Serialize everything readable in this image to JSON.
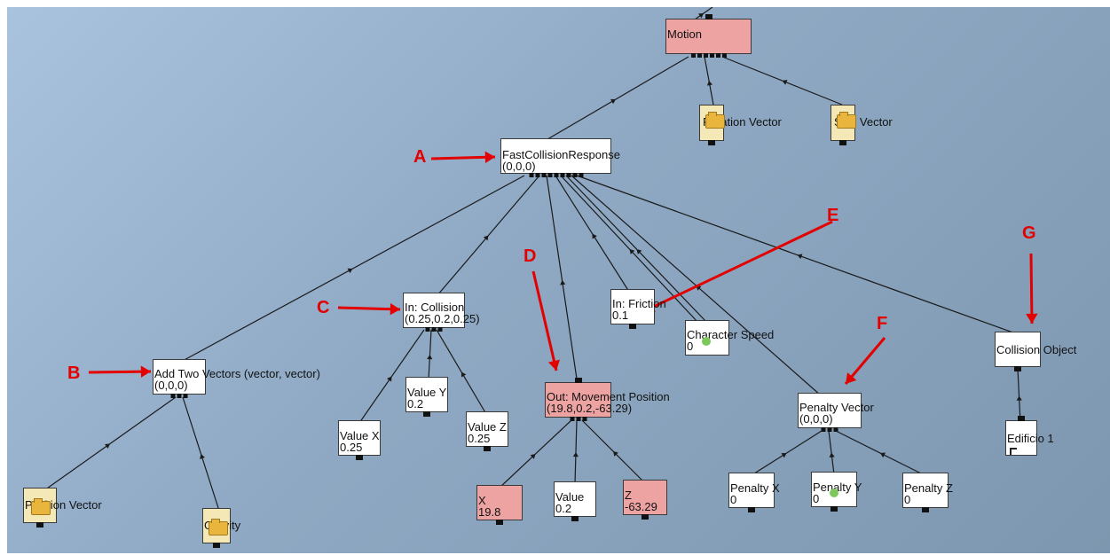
{
  "nodes": {
    "motion": {
      "line1": "Motion"
    },
    "rotation": {
      "line1": "Rotation Vector"
    },
    "size": {
      "line1": "Size Vector"
    },
    "fcr": {
      "line1": "FastCollisionResponse",
      "line2": "(0,0,0)"
    },
    "collision": {
      "line1": "In: Collision",
      "line2": "(0.25,0.2,0.25)"
    },
    "friction": {
      "line1": "In: Friction",
      "line2": "0.1"
    },
    "charspeed": {
      "line1": "Character Speed",
      "line2": "0"
    },
    "addtwo": {
      "line1": "Add Two Vectors (vector, vector)",
      "line2": "(0,0,0)"
    },
    "valx": {
      "line1": "Value X",
      "line2": "0.25"
    },
    "valy": {
      "line1": "Value Y",
      "line2": "0.2"
    },
    "valz": {
      "line1": "Value Z",
      "line2": "0.25"
    },
    "movepos": {
      "line1": "Out: Movement Position",
      "line2": "(19.8,0.2,-63.29)"
    },
    "mx": {
      "line1": "X",
      "line2": "19.8"
    },
    "mval": {
      "line1": "Value",
      "line2": "0.2"
    },
    "mz": {
      "line1": "Z",
      "line2": "-63.29"
    },
    "penalty": {
      "line1": "Penalty Vector",
      "line2": "(0,0,0)"
    },
    "px": {
      "line1": "Penalty X",
      "line2": "0"
    },
    "py": {
      "line1": "Penalty Y",
      "line2": "0"
    },
    "pz": {
      "line1": "Penalty Z",
      "line2": "0"
    },
    "collobj": {
      "line1": "Collision Object"
    },
    "edificio": {
      "line1": "Edificio 1"
    },
    "posvec": {
      "line1": "Position Vector"
    },
    "gravity": {
      "line1": "Gravity"
    }
  },
  "labels": {
    "a": "A",
    "b": "B",
    "c": "C",
    "d": "D",
    "e": "E",
    "f": "F",
    "g": "G"
  },
  "colors": {
    "edge": "#1a1a1a",
    "annotation": "#e30000",
    "node_pink": "#eea3a3",
    "node_yellow": "#f3e8b6"
  }
}
